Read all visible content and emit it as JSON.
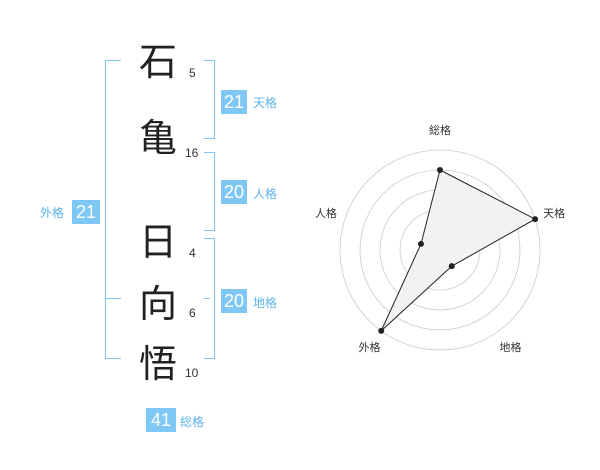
{
  "name": {
    "chars": [
      {
        "char": "石",
        "strokes": "5"
      },
      {
        "char": "亀",
        "strokes": "16"
      },
      {
        "char": "日",
        "strokes": "4"
      },
      {
        "char": "向",
        "strokes": "6"
      },
      {
        "char": "悟",
        "strokes": "10"
      }
    ]
  },
  "fortune": {
    "tenkaku": {
      "value": "21",
      "label": "天格"
    },
    "jinkaku": {
      "value": "20",
      "label": "人格"
    },
    "chikaku": {
      "value": "20",
      "label": "地格"
    },
    "gaikaku": {
      "value": "21",
      "label": "外格"
    },
    "soukaku": {
      "value": "41",
      "label": "総格"
    }
  },
  "colors": {
    "accent": "#7fc8f5",
    "accent_text": "#5bb3ea",
    "radar_fill": "#f2f2f2",
    "radar_line": "#222222",
    "ring": "#cccccc"
  },
  "chart_data": {
    "type": "radar",
    "axes": [
      "総格",
      "天格",
      "地格",
      "外格",
      "人格"
    ],
    "values": [
      4,
      5,
      1,
      5,
      1
    ],
    "max": 5,
    "rings": 5
  }
}
